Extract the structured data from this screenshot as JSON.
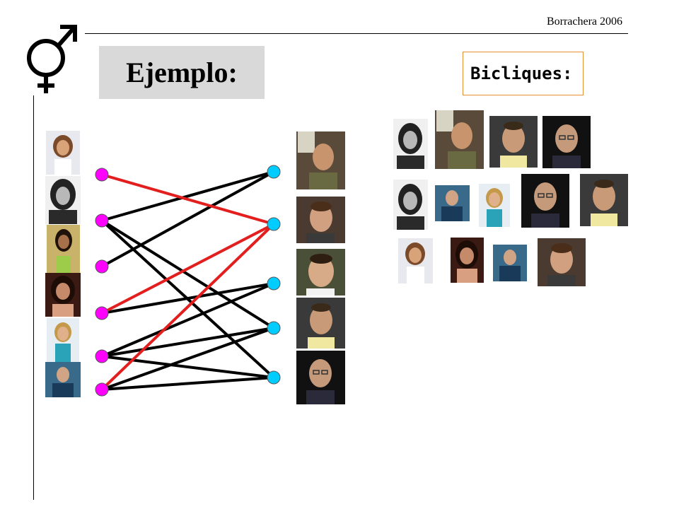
{
  "header": {
    "credit": "Borrachera 2006"
  },
  "title": "Ejemplo:",
  "bicliques_label": "Bicliques:",
  "icon": "gender-symbol-icon",
  "colors": {
    "left_node": "#ff00ff",
    "right_node": "#00ccff",
    "edge_default": "#000000",
    "edge_highlight": "#e31e1e",
    "title_bg": "#d9d9d9",
    "bicliques_border": "#e69138"
  },
  "graph": {
    "left_nodes": 6,
    "right_nodes": 5,
    "edges": [
      {
        "from": 0,
        "to": 1,
        "highlight": true
      },
      {
        "from": 1,
        "to": 0,
        "highlight": false
      },
      {
        "from": 1,
        "to": 3,
        "highlight": false
      },
      {
        "from": 1,
        "to": 4,
        "highlight": false
      },
      {
        "from": 2,
        "to": 0,
        "highlight": false
      },
      {
        "from": 3,
        "to": 1,
        "highlight": true
      },
      {
        "from": 3,
        "to": 2,
        "highlight": false
      },
      {
        "from": 4,
        "to": 2,
        "highlight": false
      },
      {
        "from": 4,
        "to": 3,
        "highlight": false
      },
      {
        "from": 4,
        "to": 4,
        "highlight": false
      },
      {
        "from": 5,
        "to": 1,
        "highlight": true
      },
      {
        "from": 5,
        "to": 3,
        "highlight": false
      },
      {
        "from": 5,
        "to": 4,
        "highlight": false
      }
    ]
  },
  "photos": {
    "women": [
      "woman-portrait-1",
      "woman-portrait-2",
      "woman-portrait-3",
      "woman-portrait-4",
      "woman-portrait-5",
      "woman-portrait-6"
    ],
    "men": [
      "man-portrait-1",
      "man-portrait-2",
      "man-portrait-3",
      "man-portrait-4",
      "man-portrait-5"
    ]
  }
}
